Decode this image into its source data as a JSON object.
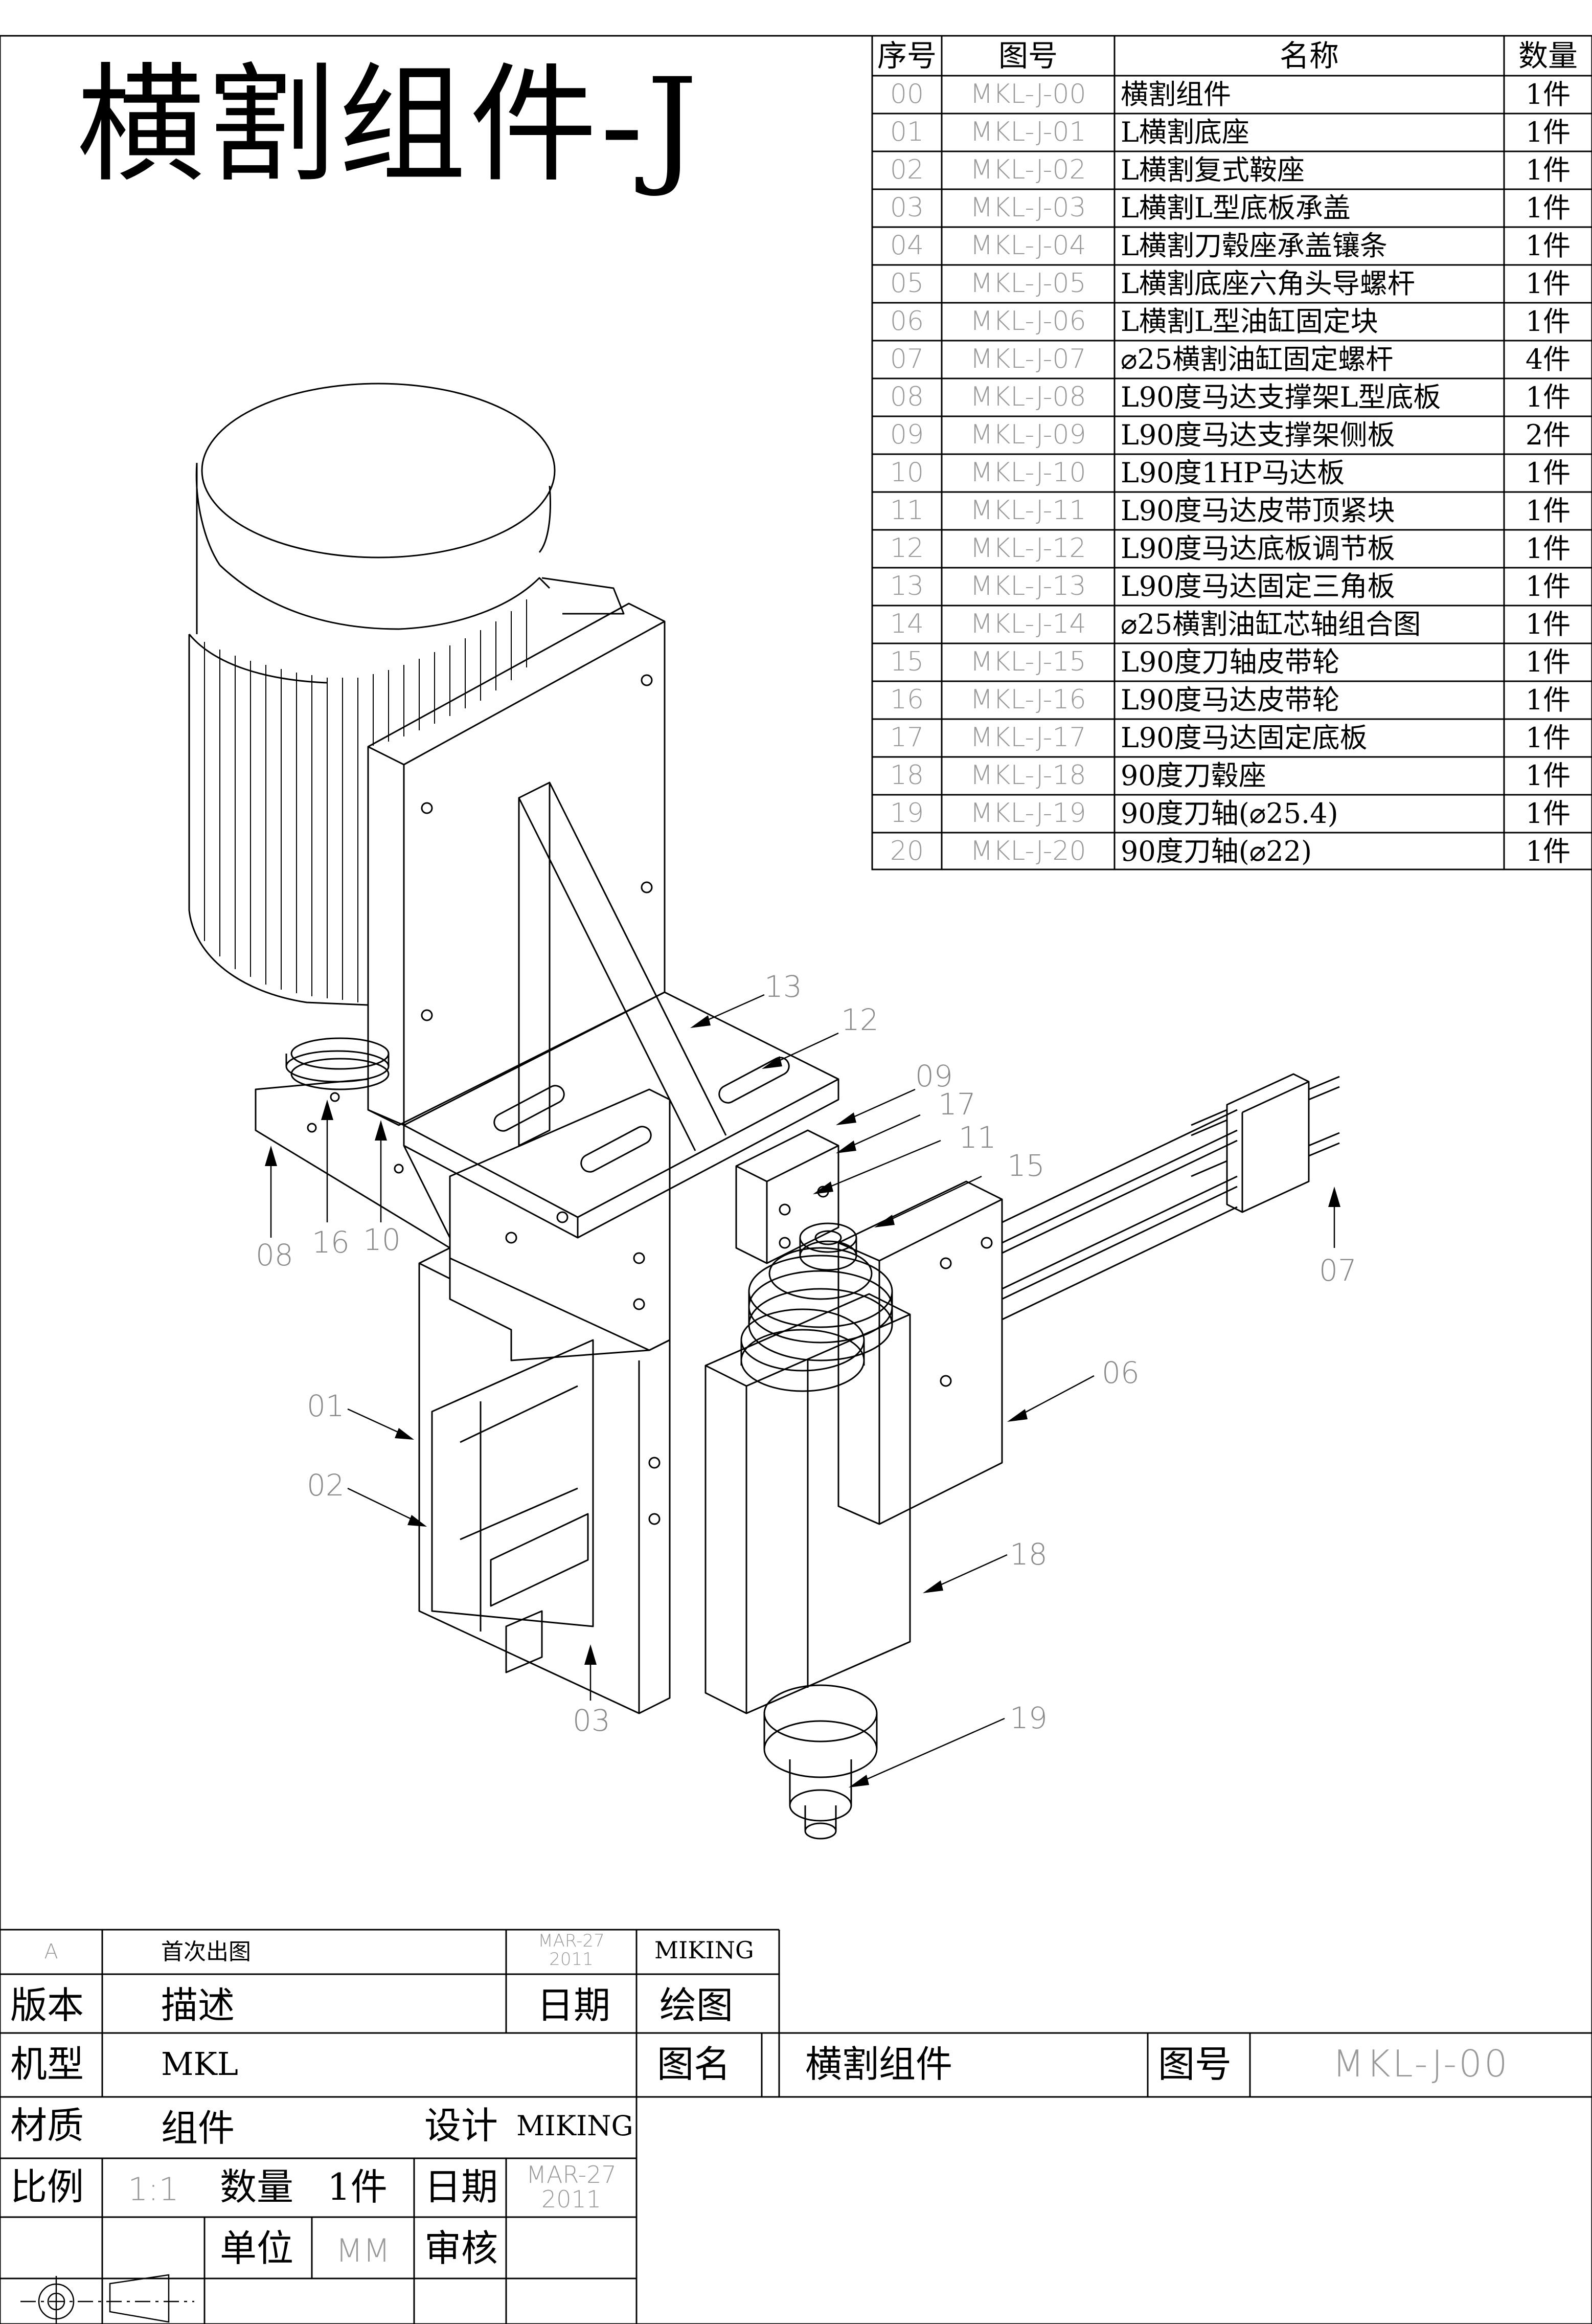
{
  "title": "横割组件-J",
  "bom": {
    "headers": [
      "序号",
      "图号",
      "名称",
      "数量"
    ],
    "rows": [
      {
        "no": "00",
        "code": "MKL-J-00",
        "name": "横割组件",
        "qty": "1件"
      },
      {
        "no": "01",
        "code": "MKL-J-01",
        "name": "L横割底座",
        "qty": "1件"
      },
      {
        "no": "02",
        "code": "MKL-J-02",
        "name": "L横割复式鞍座",
        "qty": "1件"
      },
      {
        "no": "03",
        "code": "MKL-J-03",
        "name": "L横割L型底板承盖",
        "qty": "1件"
      },
      {
        "no": "04",
        "code": "MKL-J-04",
        "name": "L横割刀毂座承盖镶条",
        "qty": "1件"
      },
      {
        "no": "05",
        "code": "MKL-J-05",
        "name": "L横割底座六角头导螺杆",
        "qty": "1件"
      },
      {
        "no": "06",
        "code": "MKL-J-06",
        "name": "L横割L型油缸固定块",
        "qty": "1件"
      },
      {
        "no": "07",
        "code": "MKL-J-07",
        "name": "⌀25横割油缸固定螺杆",
        "qty": "4件"
      },
      {
        "no": "08",
        "code": "MKL-J-08",
        "name": "L90度马达支撑架L型底板",
        "qty": "1件"
      },
      {
        "no": "09",
        "code": "MKL-J-09",
        "name": "L90度马达支撑架侧板",
        "qty": "2件"
      },
      {
        "no": "10",
        "code": "MKL-J-10",
        "name": "L90度1HP马达板",
        "qty": "1件"
      },
      {
        "no": "11",
        "code": "MKL-J-11",
        "name": "L90度马达皮带顶紧块",
        "qty": "1件"
      },
      {
        "no": "12",
        "code": "MKL-J-12",
        "name": "L90度马达底板调节板",
        "qty": "1件"
      },
      {
        "no": "13",
        "code": "MKL-J-13",
        "name": "L90度马达固定三角板",
        "qty": "1件"
      },
      {
        "no": "14",
        "code": "MKL-J-14",
        "name": "⌀25横割油缸芯轴组合图",
        "qty": "1件"
      },
      {
        "no": "15",
        "code": "MKL-J-15",
        "name": "L90度刀轴皮带轮",
        "qty": "1件"
      },
      {
        "no": "16",
        "code": "MKL-J-16",
        "name": "L90度马达皮带轮",
        "qty": "1件"
      },
      {
        "no": "17",
        "code": "MKL-J-17",
        "name": "L90度马达固定底板",
        "qty": "1件"
      },
      {
        "no": "18",
        "code": "MKL-J-18",
        "name": "90度刀毂座",
        "qty": "1件"
      },
      {
        "no": "19",
        "code": "MKL-J-19",
        "name": "90度刀轴(⌀25.4)",
        "qty": "1件"
      },
      {
        "no": "20",
        "code": "MKL-J-20",
        "name": "90度刀轴(⌀22)",
        "qty": "1件"
      }
    ]
  },
  "callouts": [
    "13",
    "12",
    "09",
    "17",
    "11",
    "15",
    "07",
    "08",
    "16",
    "10",
    "06",
    "01",
    "02",
    "18",
    "03",
    "19"
  ],
  "title_block": {
    "rev": {
      "code": "A",
      "desc": "首次出图",
      "date": "MAR-27\n2011",
      "drawn": "MIKING"
    },
    "labels": {
      "version": "版本",
      "description": "描述",
      "date": "日期",
      "drawn": "绘图",
      "model": "机型",
      "drawing_name": "图名",
      "drawing_no": "图号",
      "material": "材质",
      "design": "设计",
      "scale": "比例",
      "quantity": "数量",
      "date2": "日期",
      "unit": "单位",
      "review": "审核"
    },
    "values": {
      "model": "MKL",
      "drawing_name": "横割组件",
      "drawing_no": "MKL-J-00",
      "material": "组件",
      "designer": "MIKING",
      "scale": "1:1",
      "quantity": "1件",
      "design_date": "MAR-27\n2011",
      "unit": "MM"
    }
  }
}
